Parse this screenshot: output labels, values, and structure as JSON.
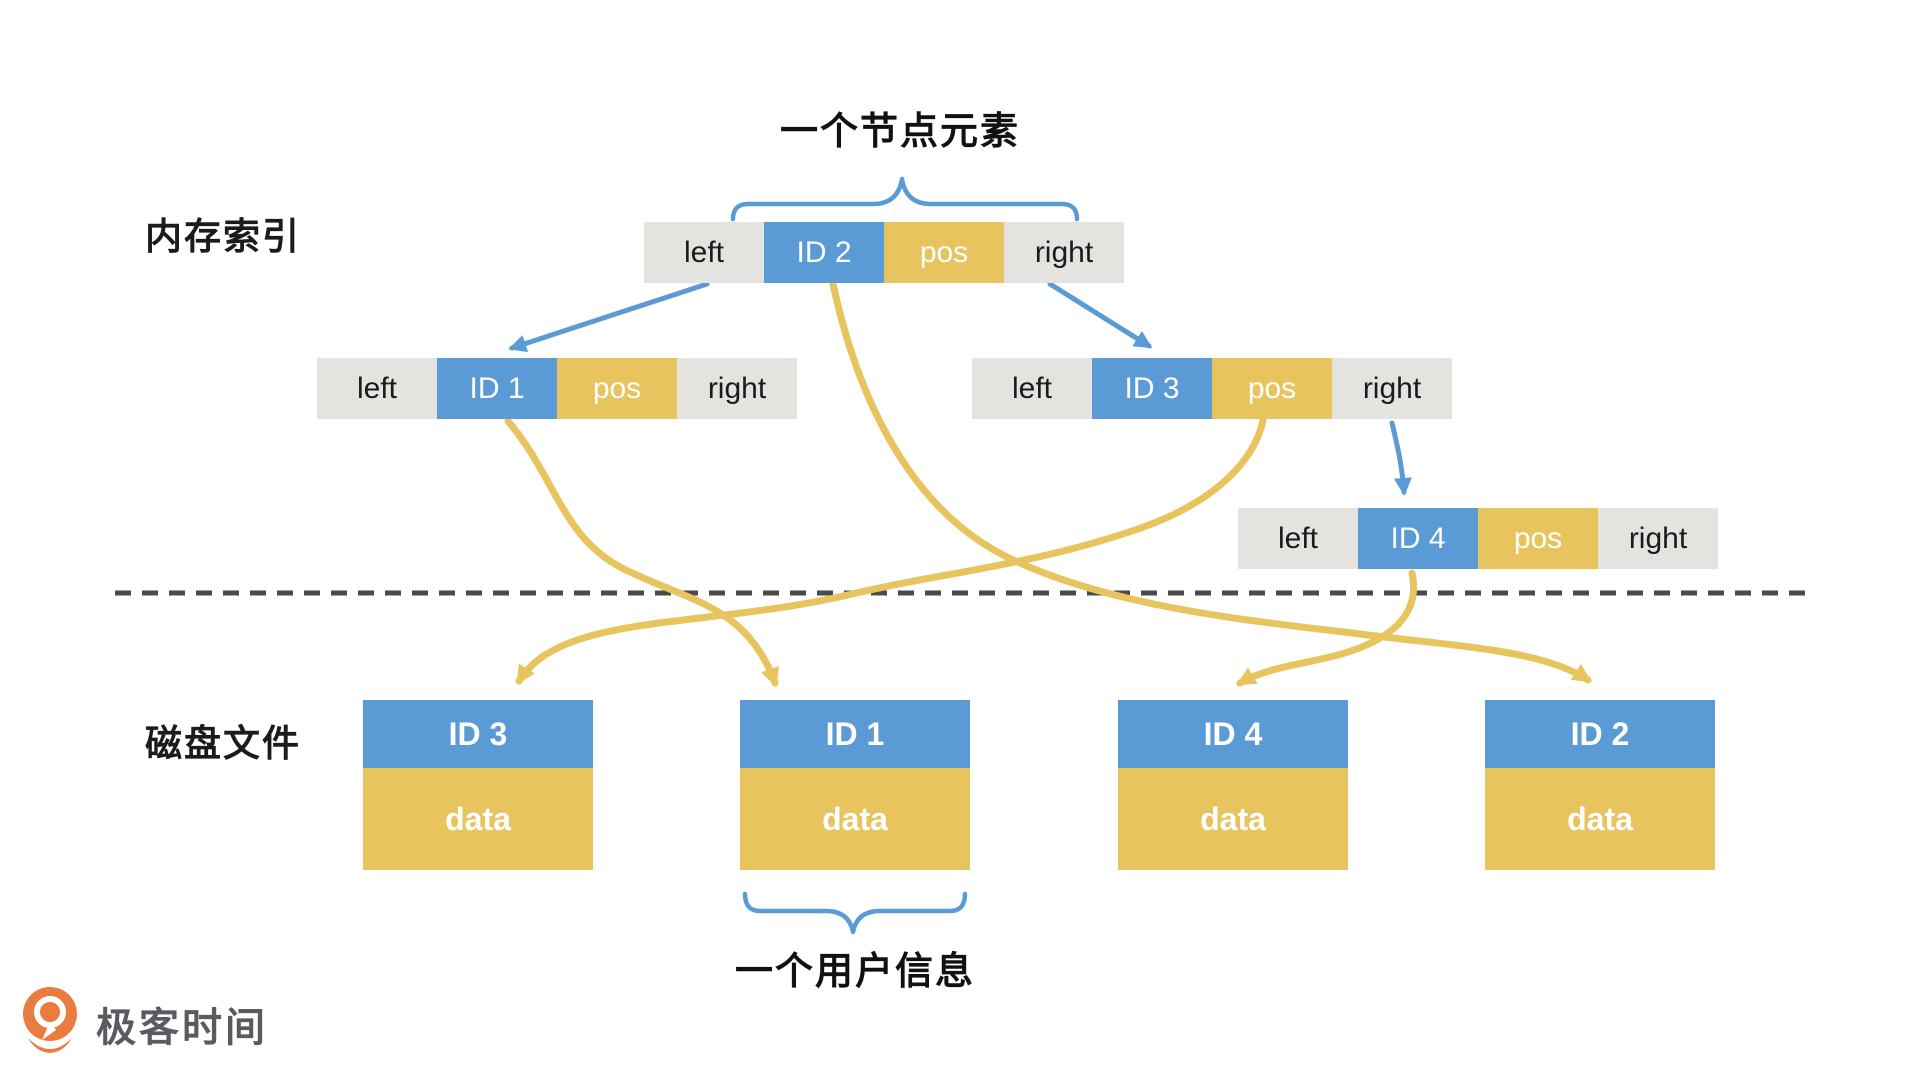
{
  "annotations": {
    "node_element": "一个节点元素",
    "user_info": "一个用户信息"
  },
  "labels": {
    "memory_index": "内存索引",
    "disk_file": "磁盘文件"
  },
  "index_nodes": [
    {
      "name": "root-node",
      "cells": [
        "left",
        "ID 2",
        "pos",
        "right"
      ]
    },
    {
      "name": "id1-node",
      "cells": [
        "left",
        "ID 1",
        "pos",
        "right"
      ]
    },
    {
      "name": "id3-node",
      "cells": [
        "left",
        "ID 3",
        "pos",
        "right"
      ]
    },
    {
      "name": "id4-node",
      "cells": [
        "left",
        "ID 4",
        "pos",
        "right"
      ]
    }
  ],
  "disk_blocks": [
    {
      "id_label": "ID 3",
      "data_label": "data"
    },
    {
      "id_label": "ID 1",
      "data_label": "data"
    },
    {
      "id_label": "ID 4",
      "data_label": "data"
    },
    {
      "id_label": "ID 2",
      "data_label": "data"
    }
  ],
  "logo": {
    "text": "极客时间"
  },
  "colors": {
    "cell_blue": "#5B9BD5",
    "cell_yellow": "#E8C45E",
    "cell_gray": "#E4E3E0",
    "arrow_blue": "#5B9BD5",
    "arrow_yellow": "#E8C45E",
    "dash_line": "#4a4a4a",
    "logo_orange": "#E97C3E",
    "logo_text_gray": "#5a5a60"
  }
}
